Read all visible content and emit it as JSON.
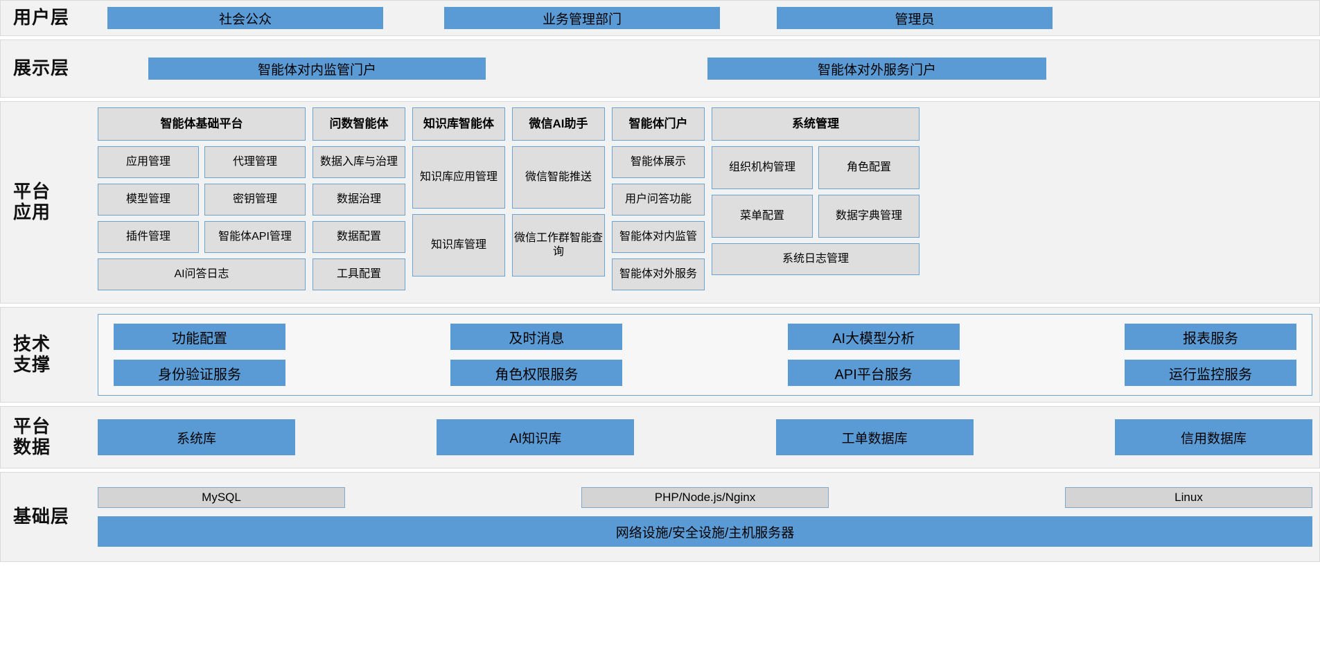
{
  "layers": {
    "user": {
      "label": "用户层",
      "items": [
        {
          "label": "社会公众"
        },
        {
          "label": "业务管理部门"
        },
        {
          "label": "管理员"
        }
      ]
    },
    "presentation": {
      "label": "展示层",
      "items": [
        {
          "label": "智能体对内监管门户"
        },
        {
          "label": "智能体对外服务门户"
        }
      ]
    },
    "platform_apps": {
      "label_line1": "平台",
      "label_line2": "应用",
      "columns": [
        {
          "header": "智能体基础平台",
          "pairs": [
            [
              "应用管理",
              "代理管理"
            ],
            [
              "模型管理",
              "密钥管理"
            ],
            [
              "插件管理",
              "智能体API管理"
            ]
          ],
          "wide": [
            "AI问答日志"
          ]
        },
        {
          "header": "问数智能体",
          "items": [
            "数据入库与治理",
            "数据治理",
            "数据配置",
            "工具配置"
          ]
        },
        {
          "header": "知识库智能体",
          "tall_items": [
            "知识库应用管理",
            "知识库管理"
          ]
        },
        {
          "header": "微信AI助手",
          "tall_items": [
            "微信智能推送",
            "微信工作群智能查询"
          ]
        },
        {
          "header": "智能体门户",
          "items": [
            "智能体展示",
            "用户问答功能",
            "智能体对内监管",
            "智能体对外服务"
          ]
        },
        {
          "header": "系统管理",
          "pairs": [
            [
              "组织机构管理",
              "角色配置"
            ],
            [
              "菜单配置",
              "数据字典管理"
            ]
          ],
          "wide": [
            "系统日志管理"
          ]
        }
      ]
    },
    "tech_support": {
      "label_line1": "技术",
      "label_line2": "支撑",
      "rows": [
        [
          "功能配置",
          "及时消息",
          "AI大模型分析",
          "报表服务"
        ],
        [
          "身份验证服务",
          "角色权限服务",
          "API平台服务",
          "运行监控服务"
        ]
      ]
    },
    "platform_data": {
      "label_line1": "平台",
      "label_line2": "数据",
      "items": [
        "系统库",
        "AI知识库",
        "工单数据库",
        "信用数据库"
      ]
    },
    "foundation": {
      "label": "基础层",
      "row1": [
        "MySQL",
        "PHP/Node.js/Nginx",
        "Linux"
      ],
      "row2": [
        "网络设施/安全设施/主机服务器"
      ]
    }
  },
  "colors": {
    "blue_fill": "#5b9bd5",
    "gray_fill": "#dedede",
    "blue_border": "#6aa2d4",
    "band_bg": "#f2f2f2"
  }
}
